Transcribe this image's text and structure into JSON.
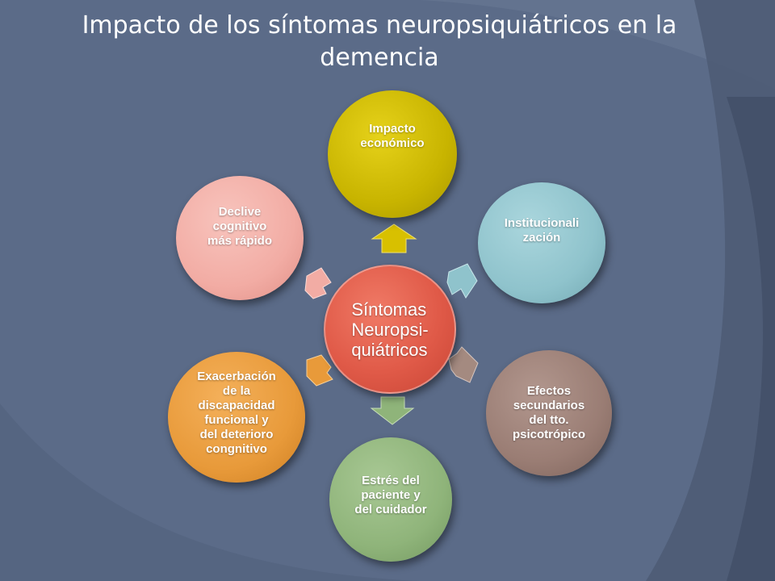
{
  "slide": {
    "title": "Impacto de los síntomas neuropsiquiátricos en la demencia"
  },
  "diagram": {
    "center": {
      "label": "Síntomas\nNeuropsi-\nquiátricos",
      "color": "#e05a48"
    },
    "nodes": [
      {
        "id": "impacto",
        "label": "Impacto\neconómico",
        "color": "#c8b400"
      },
      {
        "id": "institucionalizacion",
        "label": "Institucionali\nzación",
        "color": "#8fc3cc"
      },
      {
        "id": "efectos",
        "label": "Efectos\nsecundarios\ndel tto.\npsicotrópico",
        "color": "#9a7d74"
      },
      {
        "id": "estres",
        "label": "Estrés del\npaciente y\ndel cuidador",
        "color": "#8fb47a"
      },
      {
        "id": "exacerbacion",
        "label": "Exacerbación\nde  la\ndiscapacidad\nfuncional y\ndel deterioro\ncongnitivo",
        "color": "#e89a3a"
      },
      {
        "id": "declive",
        "label": "Declive\ncognitivo\nmás rápido",
        "color": "#f2aca4"
      }
    ]
  }
}
